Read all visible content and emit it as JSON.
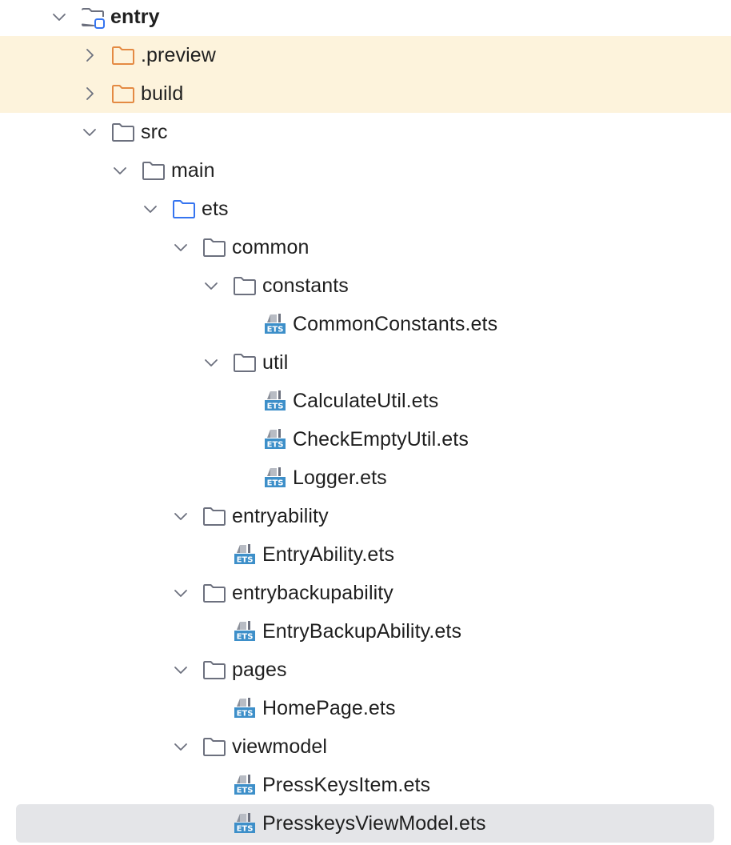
{
  "project_tree": {
    "rows": [
      {
        "depth": 0,
        "expanded": true,
        "icon": "module-folder-icon",
        "label": "entry",
        "bold": true
      },
      {
        "depth": 1,
        "expanded": false,
        "icon": "excluded-folder-icon",
        "label": ".preview",
        "excluded": true
      },
      {
        "depth": 1,
        "expanded": false,
        "icon": "excluded-folder-icon",
        "label": "build",
        "excluded": true
      },
      {
        "depth": 1,
        "expanded": true,
        "icon": "folder-icon",
        "label": "src"
      },
      {
        "depth": 2,
        "expanded": true,
        "icon": "folder-icon",
        "label": "main"
      },
      {
        "depth": 3,
        "expanded": true,
        "icon": "source-folder-icon",
        "label": "ets"
      },
      {
        "depth": 4,
        "expanded": true,
        "icon": "folder-icon",
        "label": "common"
      },
      {
        "depth": 5,
        "expanded": true,
        "icon": "folder-icon",
        "label": "constants"
      },
      {
        "depth": 6,
        "icon": "ets-file-icon",
        "label": "CommonConstants.ets"
      },
      {
        "depth": 5,
        "expanded": true,
        "icon": "folder-icon",
        "label": "util"
      },
      {
        "depth": 6,
        "icon": "ets-file-icon",
        "label": "CalculateUtil.ets"
      },
      {
        "depth": 6,
        "icon": "ets-file-icon",
        "label": "CheckEmptyUtil.ets"
      },
      {
        "depth": 6,
        "icon": "ets-file-icon",
        "label": "Logger.ets"
      },
      {
        "depth": 4,
        "expanded": true,
        "icon": "folder-icon",
        "label": "entryability"
      },
      {
        "depth": 5,
        "icon": "ets-file-icon",
        "label": "EntryAbility.ets"
      },
      {
        "depth": 4,
        "expanded": true,
        "icon": "folder-icon",
        "label": "entrybackupability"
      },
      {
        "depth": 5,
        "icon": "ets-file-icon",
        "label": "EntryBackupAbility.ets"
      },
      {
        "depth": 4,
        "expanded": true,
        "icon": "folder-icon",
        "label": "pages"
      },
      {
        "depth": 5,
        "icon": "ets-file-icon",
        "label": "HomePage.ets"
      },
      {
        "depth": 4,
        "expanded": true,
        "icon": "folder-icon",
        "label": "viewmodel"
      },
      {
        "depth": 5,
        "icon": "ets-file-icon",
        "label": "PressKeysItem.ets"
      },
      {
        "depth": 5,
        "icon": "ets-file-icon",
        "label": "PresskeysViewModel.ets",
        "selected": true
      }
    ]
  },
  "icons": {
    "expanded_chevron": "chevron-down-icon",
    "collapsed_chevron": "chevron-right-icon",
    "file_badge_text": "ETS"
  },
  "colors": {
    "excluded_row_bg": "#fdf3dc",
    "selected_row_bg": "#e4e5e8",
    "folder_stroke": "#6c707e",
    "excluded_folder_stroke": "#e48a43",
    "source_folder_stroke": "#3574f0",
    "module_badge": "#3574f0",
    "ets_badge": "#3d8fc9"
  }
}
